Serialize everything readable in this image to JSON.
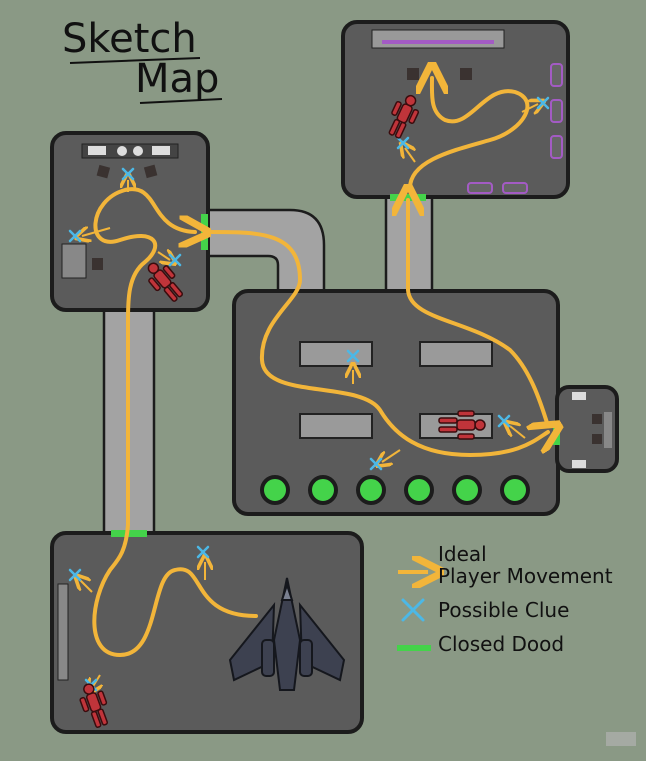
{
  "title": {
    "line1": "Sketch",
    "line2": "Map"
  },
  "legend": {
    "movement": {
      "line1": "Ideal",
      "line2": "Player Movement"
    },
    "clue": "Possible Clue",
    "door": "Closed Dood"
  },
  "colors": {
    "background": "#8a9985",
    "room": "#5b5b5b",
    "corridor": "#a3a3a3",
    "outline": "#1c1c1c",
    "path": "#f2b53a",
    "clue": "#4cb8e6",
    "door": "#44d34a",
    "body": "#c0343a",
    "ship": "#3d4150",
    "terminal": "#a35bc4"
  },
  "icons": [
    "arrow-icon",
    "clue-x-icon",
    "door-icon",
    "body-icon",
    "ship-icon",
    "console-icon",
    "chair-icon"
  ]
}
